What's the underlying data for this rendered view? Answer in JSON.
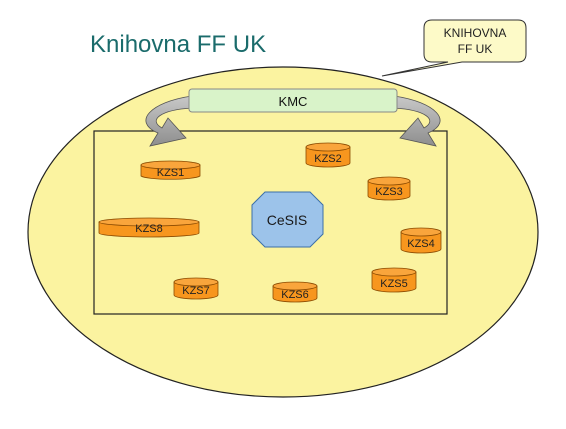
{
  "title": "Knihovna FF UK",
  "callout": {
    "line1": "KNIHOVNA",
    "line2": "FF UK"
  },
  "kmc": "KMC",
  "center": "CeSIS",
  "nodes": {
    "kzs1": "KZS1",
    "kzs2": "KZS2",
    "kzs3": "KZS3",
    "kzs4": "KZS4",
    "kzs5": "KZS5",
    "kzs6": "KZS6",
    "kzs7": "KZS7",
    "kzs8": "KZS8"
  },
  "colors": {
    "title": "#1a6b6b",
    "ellipse_fill": "#fbf3a0",
    "callout_fill": "#fdfac8",
    "kmc_fill": "#d9f3c9",
    "cylinder_fill": "#f7961e",
    "cylinder_top": "#f9a53c",
    "cesis_fill": "#9cc3ea",
    "arrow_fill": "#a9a9a9"
  }
}
